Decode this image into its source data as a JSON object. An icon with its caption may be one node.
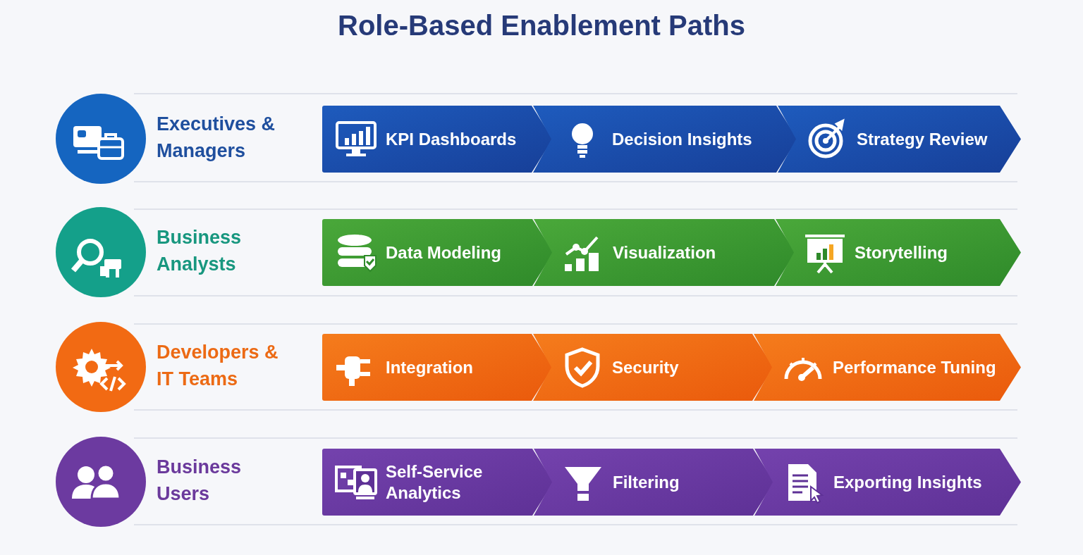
{
  "diagram": {
    "title": "Role-Based Enablement Paths",
    "nodes": [
      {
        "text": [
          "Executives & Managers"
        ]
      },
      {
        "text": [
          "KPI Dashboards"
        ]
      },
      {
        "text": [
          "Decision Insights"
        ]
      },
      {
        "text": [
          "Strategy Review"
        ]
      },
      {
        "text": [
          "Business Analysts"
        ]
      },
      {
        "text": [
          "Data Modeling"
        ]
      },
      {
        "text": [
          "Visualization"
        ]
      },
      {
        "text": [
          "Storytelling"
        ]
      },
      {
        "text": [
          "Developers & IT Teams"
        ]
      },
      {
        "text": [
          "Integration"
        ]
      },
      {
        "text": [
          "Security"
        ]
      },
      {
        "text": [
          "Performance Tuning"
        ]
      },
      {
        "text": [
          "Business Users"
        ]
      },
      {
        "text": [
          "Self-Service Analytics"
        ]
      },
      {
        "text": [
          "Filtering"
        ]
      },
      {
        "text": [
          "Exporting Insights"
        ]
      }
    ]
  }
}
